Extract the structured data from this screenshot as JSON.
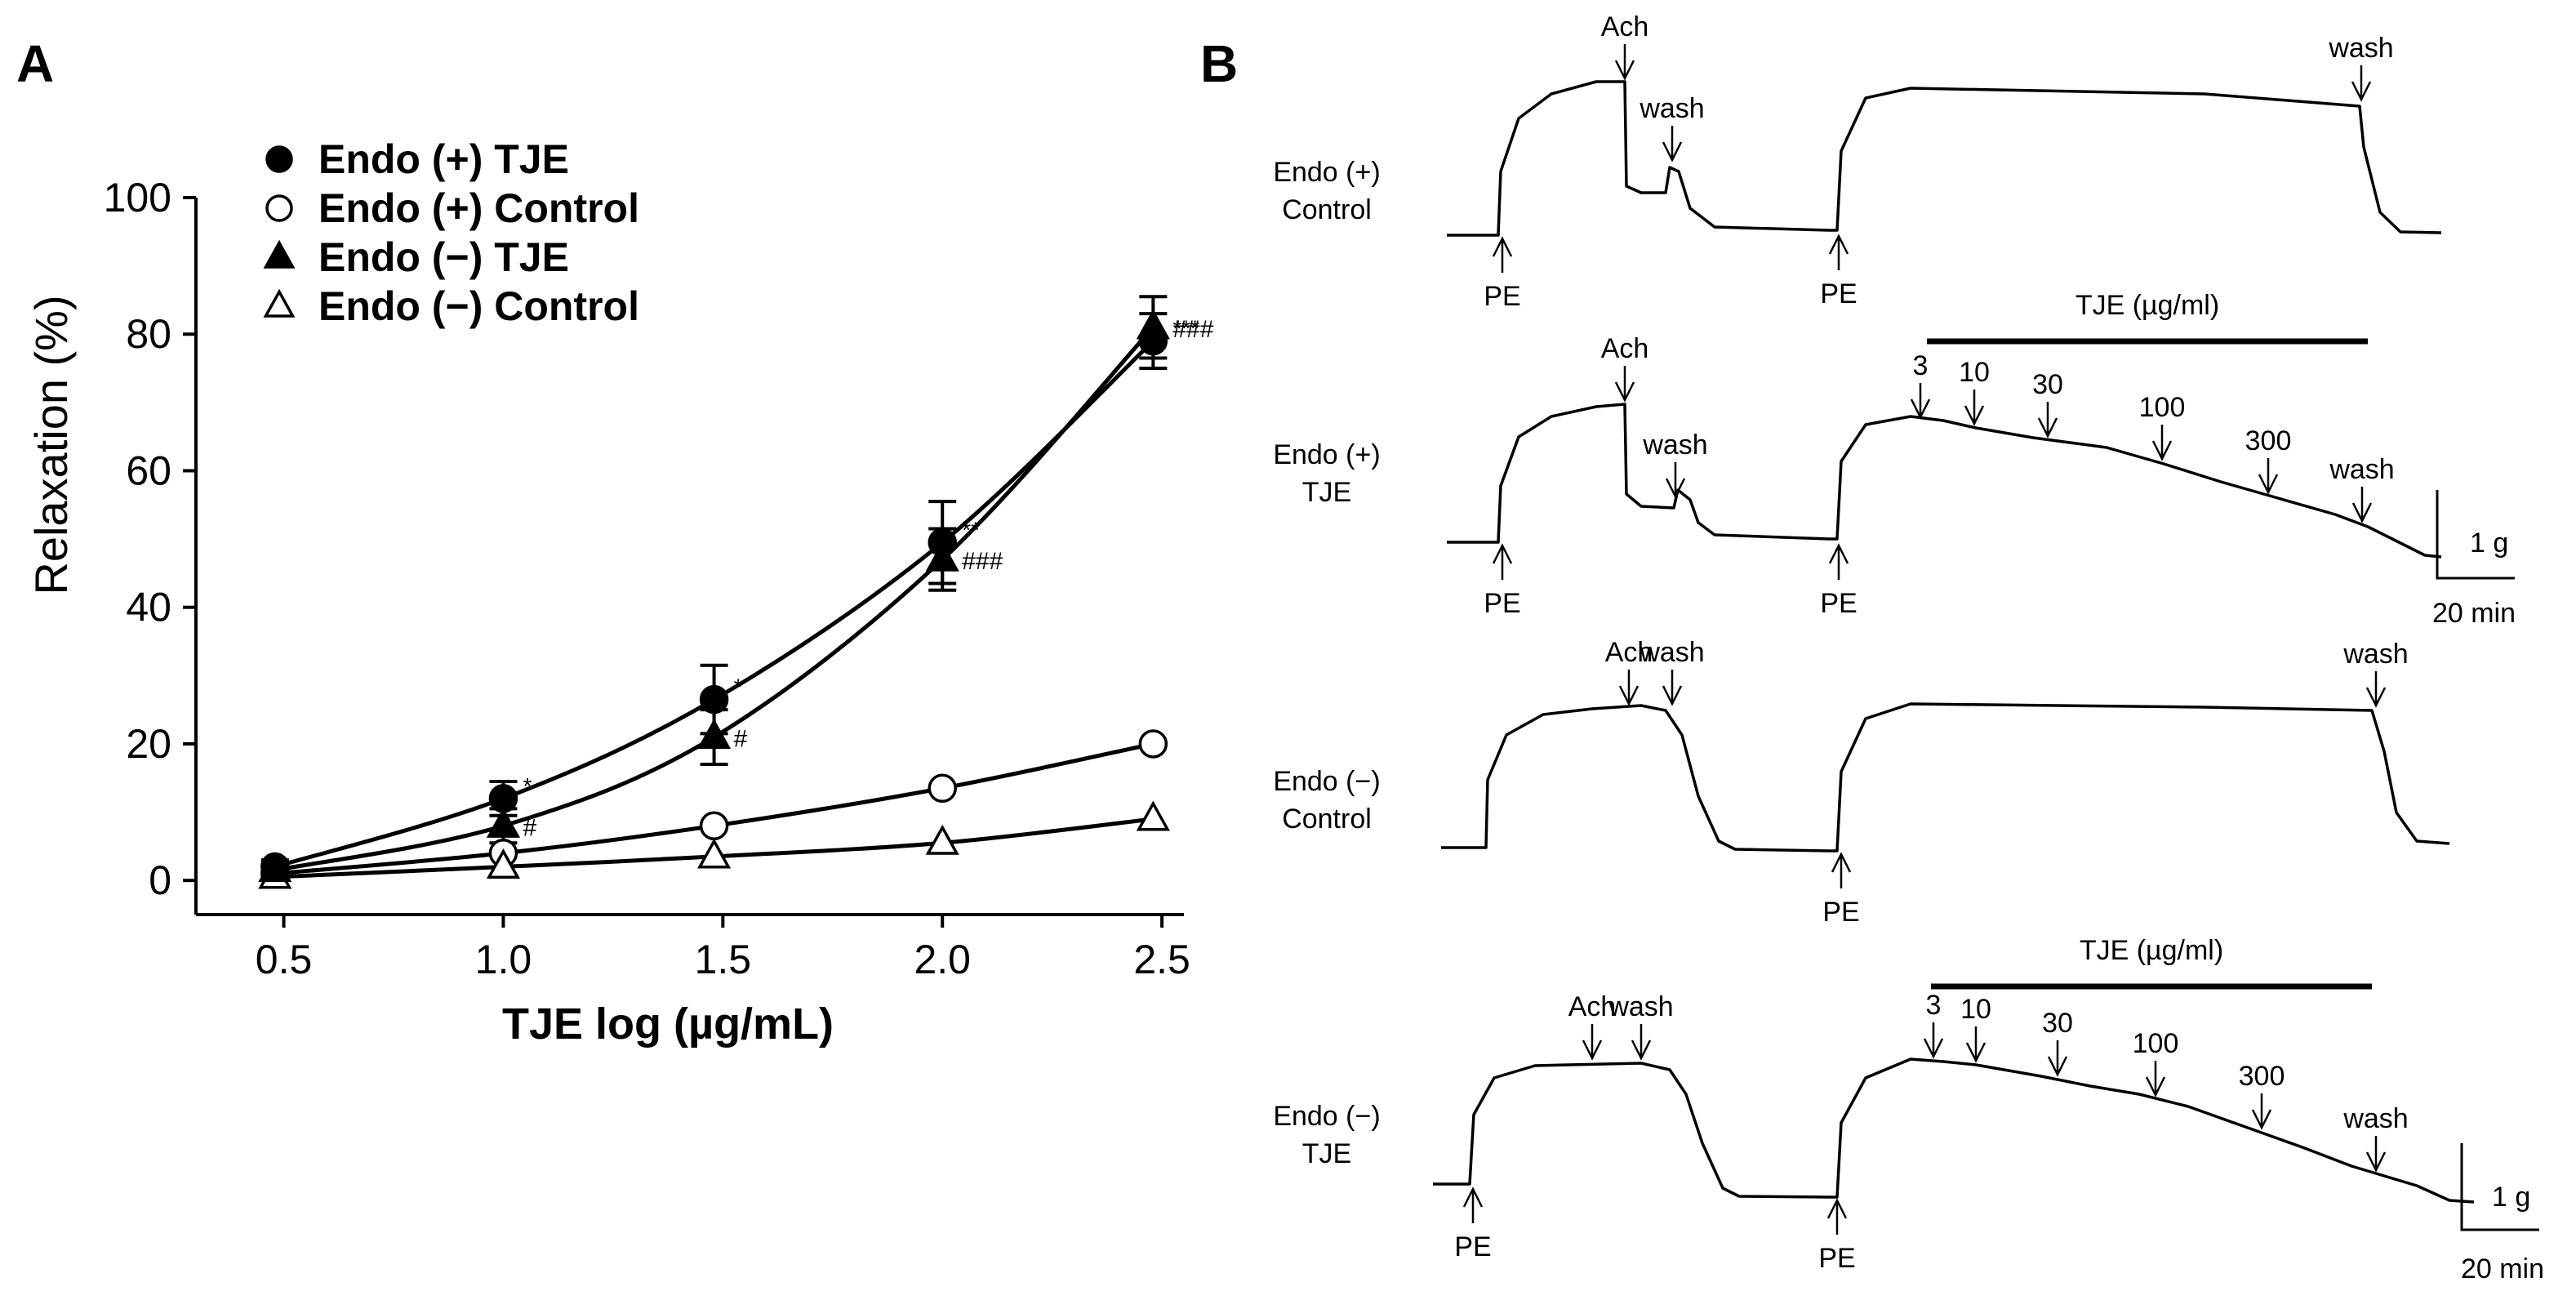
{
  "colors": {
    "ink": "#000000",
    "background": "#ffffff"
  },
  "panels": {
    "left_letter": "A",
    "right_letter": "B"
  },
  "chart_data": {
    "type": "line",
    "title": "",
    "xlabel": "TJE log (µg/mL)",
    "ylabel": "Relaxation (%)",
    "xlim": [
      0.3,
      2.55
    ],
    "ylim": [
      -5,
      100
    ],
    "x_ticks": [
      {
        "value": 0.5,
        "label": "0.5"
      },
      {
        "value": 1.0,
        "label": "1.0"
      },
      {
        "value": 1.5,
        "label": "1.5"
      },
      {
        "value": 2.0,
        "label": "2.0"
      },
      {
        "value": 2.5,
        "label": "2.5"
      }
    ],
    "y_ticks": [
      {
        "value": 0,
        "label": "0"
      },
      {
        "value": 20,
        "label": "20"
      },
      {
        "value": 40,
        "label": "40"
      },
      {
        "value": 60,
        "label": "60"
      },
      {
        "value": 80,
        "label": "80"
      },
      {
        "value": 100,
        "label": "100"
      }
    ],
    "grid": false,
    "legend_position": "top-left",
    "series": [
      {
        "name": "Endo (+) TJE",
        "marker": "filled-circle",
        "x": [
          0.48,
          1.0,
          1.48,
          2.0,
          2.48
        ],
        "y": [
          2,
          12,
          26.5,
          49.5,
          79
        ],
        "err": [
          1,
          2.5,
          5,
          6,
          4
        ],
        "annotations": [
          null,
          "*",
          "*",
          "**",
          "***"
        ]
      },
      {
        "name": "Endo (+) Control",
        "marker": "open-circle",
        "x": [
          0.48,
          1.0,
          1.48,
          2.0,
          2.48
        ],
        "y": [
          1,
          4,
          8,
          13.5,
          20
        ],
        "err": [
          0,
          0,
          0,
          0,
          0
        ],
        "annotations": [
          null,
          null,
          null,
          null,
          null
        ]
      },
      {
        "name": "Endo (−) TJE",
        "marker": "filled-triangle",
        "x": [
          0.48,
          1.0,
          1.48,
          2.0,
          2.48
        ],
        "y": [
          1.5,
          8,
          21,
          47,
          81
        ],
        "err": [
          1,
          2.5,
          4,
          4.5,
          4.5
        ],
        "annotations": [
          null,
          "#",
          "#",
          "###",
          "###"
        ]
      },
      {
        "name": "Endo (−) Control",
        "marker": "open-triangle",
        "x": [
          0.48,
          1.0,
          1.48,
          2.0,
          2.48
        ],
        "y": [
          0.5,
          2,
          3.5,
          5.5,
          9
        ],
        "err": [
          0,
          0,
          0,
          0,
          0
        ],
        "annotations": [
          null,
          null,
          null,
          null,
          null
        ]
      }
    ]
  },
  "traces": [
    {
      "label_lines": [
        "Endo (+)",
        "Control"
      ],
      "bar_label": "",
      "annotations": [
        {
          "text": "PE",
          "dir": "up"
        },
        {
          "text": "Ach",
          "dir": "down"
        },
        {
          "text": "wash",
          "dir": "down"
        },
        {
          "text": "PE",
          "dir": "up"
        },
        {
          "text": "wash",
          "dir": "down"
        }
      ],
      "scale": {
        "y": "",
        "x": ""
      }
    },
    {
      "label_lines": [
        "Endo (+)",
        "TJE"
      ],
      "bar_label": "TJE (µg/ml)",
      "annotations": [
        {
          "text": "PE",
          "dir": "up"
        },
        {
          "text": "Ach",
          "dir": "down"
        },
        {
          "text": "wash",
          "dir": "down"
        },
        {
          "text": "PE",
          "dir": "up"
        },
        {
          "text": "3",
          "dir": "down"
        },
        {
          "text": "10",
          "dir": "down"
        },
        {
          "text": "30",
          "dir": "down"
        },
        {
          "text": "100",
          "dir": "down"
        },
        {
          "text": "300",
          "dir": "down"
        },
        {
          "text": "wash",
          "dir": "down"
        }
      ],
      "scale": {
        "y": "1 g",
        "x": "20 min"
      }
    },
    {
      "label_lines": [
        "Endo (−)",
        "Control"
      ],
      "bar_label": "",
      "annotations": [
        {
          "text": "Ach",
          "dir": "down"
        },
        {
          "text": "wash",
          "dir": "down"
        },
        {
          "text": "PE",
          "dir": "up"
        },
        {
          "text": "wash",
          "dir": "down"
        }
      ],
      "scale": {
        "y": "",
        "x": ""
      }
    },
    {
      "label_lines": [
        "Endo (−)",
        "TJE"
      ],
      "bar_label": "TJE (µg/ml)",
      "annotations": [
        {
          "text": "PE",
          "dir": "up"
        },
        {
          "text": "Ach",
          "dir": "down"
        },
        {
          "text": "wash",
          "dir": "down"
        },
        {
          "text": "PE",
          "dir": "up"
        },
        {
          "text": "3",
          "dir": "down"
        },
        {
          "text": "10",
          "dir": "down"
        },
        {
          "text": "30",
          "dir": "down"
        },
        {
          "text": "100",
          "dir": "down"
        },
        {
          "text": "300",
          "dir": "down"
        },
        {
          "text": "wash",
          "dir": "down"
        }
      ],
      "scale": {
        "y": "1 g",
        "x": "20 min"
      }
    }
  ]
}
